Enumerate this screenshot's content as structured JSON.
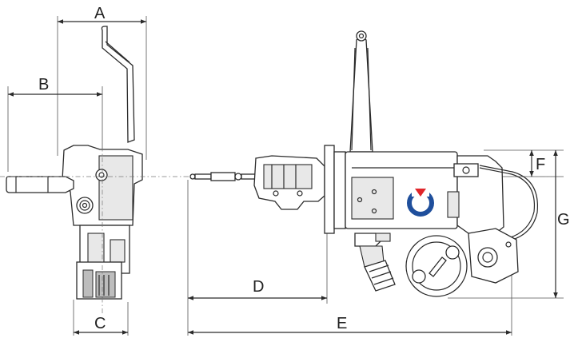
{
  "dimensions": {
    "A": "A",
    "B": "B",
    "C": "C",
    "D": "D",
    "E": "E",
    "F": "F",
    "G": "G"
  },
  "logo": {
    "name": "circular-arrow-logo",
    "ring_color": "#1f4f9c",
    "arrow_color": "#e0262b"
  }
}
